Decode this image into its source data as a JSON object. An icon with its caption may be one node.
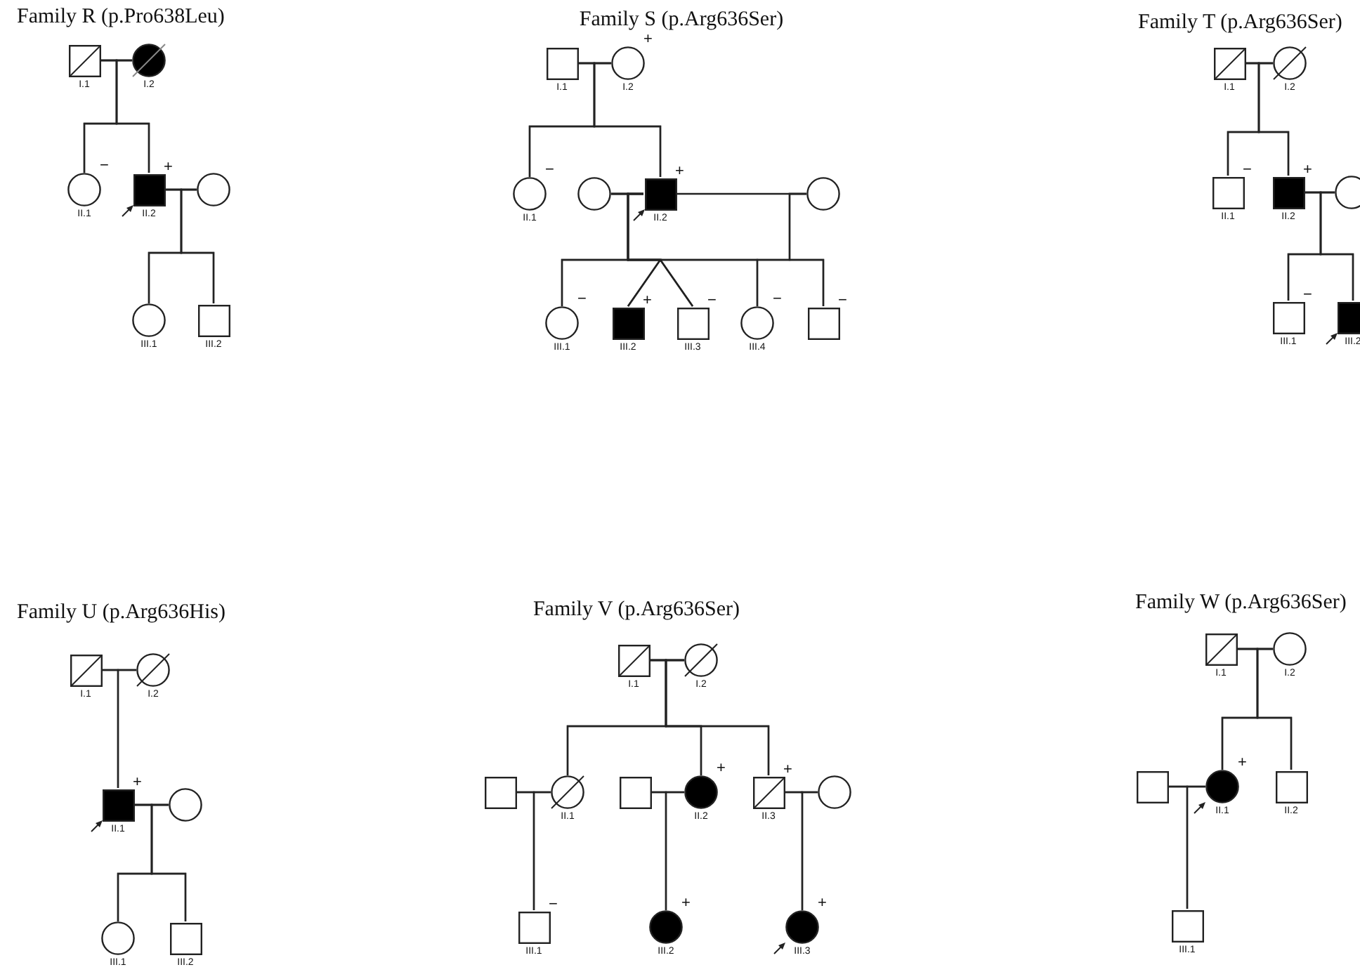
{
  "diagram": {
    "nodes": [
      {
        "text": [],
        "shape": "box",
        "beside": [
          "I.1"
        ]
      },
      {
        "text": [],
        "shape": "circle",
        "beside": [
          "I.2"
        ]
      },
      {
        "text": [],
        "shape": "circle",
        "beside": [
          "II.1",
          "−"
        ]
      },
      {
        "text": [],
        "shape": "box",
        "beside": [
          "II.2",
          "+"
        ]
      },
      {
        "text": [],
        "shape": "circle"
      },
      {
        "text": [],
        "shape": "circle",
        "beside": [
          "III.1"
        ]
      },
      {
        "text": [],
        "shape": "box",
        "beside": [
          "III.2"
        ]
      },
      {
        "text": [],
        "shape": "box",
        "beside": [
          "I.1"
        ]
      },
      {
        "text": [],
        "shape": "circle",
        "beside": [
          "I.2",
          "+"
        ]
      },
      {
        "text": [],
        "shape": "circle",
        "beside": [
          "II.1",
          "−"
        ]
      },
      {
        "text": [],
        "shape": "circle"
      },
      {
        "text": [],
        "shape": "box",
        "beside": [
          "II.2",
          "+"
        ]
      },
      {
        "text": [],
        "shape": "circle"
      },
      {
        "text": [],
        "shape": "circle",
        "beside": [
          "III.1",
          "−"
        ]
      },
      {
        "text": [],
        "shape": "box",
        "beside": [
          "III.2",
          "+"
        ]
      },
      {
        "text": [],
        "shape": "box",
        "beside": [
          "III.3",
          "−"
        ]
      },
      {
        "text": [],
        "shape": "circle",
        "beside": [
          "III.4",
          "−"
        ]
      },
      {
        "text": [],
        "shape": "box",
        "beside": [
          "−"
        ]
      },
      {
        "text": [],
        "shape": "box",
        "beside": [
          "I.1"
        ]
      },
      {
        "text": [],
        "shape": "circle",
        "beside": [
          "I.2"
        ]
      },
      {
        "text": [],
        "shape": "box",
        "beside": [
          "II.1",
          "−"
        ]
      },
      {
        "text": [],
        "shape": "box",
        "beside": [
          "II.2",
          "+"
        ]
      },
      {
        "text": [],
        "shape": "circle"
      },
      {
        "text": [],
        "shape": "box",
        "beside": [
          "III.1",
          "−"
        ]
      },
      {
        "text": [],
        "shape": "box",
        "beside": [
          "III.2"
        ]
      },
      {
        "text": [],
        "shape": "box",
        "beside": [
          "I.1"
        ]
      },
      {
        "text": [],
        "shape": "circle",
        "beside": [
          "I.2"
        ]
      },
      {
        "text": [],
        "shape": "box",
        "beside": [
          "II.1",
          "+"
        ]
      },
      {
        "text": [],
        "shape": "circle"
      },
      {
        "text": [],
        "shape": "circle",
        "beside": [
          "III.1"
        ]
      },
      {
        "text": [],
        "shape": "box",
        "beside": [
          "III.2"
        ]
      },
      {
        "text": [],
        "shape": "box",
        "beside": [
          "I.1"
        ]
      },
      {
        "text": [],
        "shape": "circle",
        "beside": [
          "I.2"
        ]
      },
      {
        "text": [],
        "shape": "box"
      },
      {
        "text": [],
        "shape": "circle",
        "beside": [
          "II.1"
        ]
      },
      {
        "text": [],
        "shape": "box"
      },
      {
        "text": [],
        "shape": "circle",
        "beside": [
          "II.2",
          "+"
        ]
      },
      {
        "text": [],
        "shape": "box",
        "beside": [
          "II.3",
          "+"
        ]
      },
      {
        "text": [],
        "shape": "circle"
      },
      {
        "text": [],
        "shape": "box",
        "beside": [
          "III.1",
          "−"
        ]
      },
      {
        "text": [],
        "shape": "circle",
        "beside": [
          "III.2",
          "+"
        ]
      },
      {
        "text": [],
        "shape": "circle",
        "beside": [
          "III.3",
          "+"
        ]
      },
      {
        "text": [],
        "shape": "box",
        "beside": [
          "I.1"
        ]
      },
      {
        "text": [],
        "shape": "circle",
        "beside": [
          "I.2"
        ]
      },
      {
        "text": [],
        "shape": "box"
      },
      {
        "text": [],
        "shape": "circle",
        "beside": [
          "II.1",
          "+"
        ]
      },
      {
        "text": [],
        "shape": "box",
        "beside": [
          "II.2"
        ]
      },
      {
        "text": [],
        "shape": "box",
        "beside": [
          "III.1"
        ]
      }
    ],
    "edges": [
      {
        "from": 0,
        "to": 1,
        "arrow": "none"
      },
      {
        "from": 0,
        "to": 2,
        "arrow": "none"
      },
      {
        "from": 0,
        "to": 3,
        "arrow": "none"
      },
      {
        "from": 1,
        "to": 2,
        "arrow": "none"
      },
      {
        "from": 1,
        "to": 3,
        "arrow": "none"
      },
      {
        "from": 3,
        "to": 4,
        "arrow": "none"
      },
      {
        "from": 3,
        "to": 5,
        "arrow": "none"
      },
      {
        "from": 3,
        "to": 6,
        "arrow": "none"
      },
      {
        "from": 4,
        "to": 5,
        "arrow": "none"
      },
      {
        "from": 4,
        "to": 6,
        "arrow": "none"
      },
      {
        "from": 7,
        "to": 8,
        "arrow": "none"
      },
      {
        "from": 7,
        "to": 9,
        "arrow": "none"
      },
      {
        "from": 7,
        "to": 11,
        "arrow": "none"
      },
      {
        "from": 8,
        "to": 9,
        "arrow": "none"
      },
      {
        "from": 8,
        "to": 11,
        "arrow": "none"
      },
      {
        "from": 10,
        "to": 11,
        "arrow": "none"
      },
      {
        "from": 11,
        "to": 12,
        "arrow": "none"
      },
      {
        "from": 10,
        "to": 13,
        "arrow": "none"
      },
      {
        "from": 10,
        "to": 14,
        "arrow": "none"
      },
      {
        "from": 10,
        "to": 15,
        "arrow": "none"
      },
      {
        "from": 11,
        "to": 13,
        "arrow": "none"
      },
      {
        "from": 11,
        "to": 14,
        "arrow": "none"
      },
      {
        "from": 11,
        "to": 15,
        "arrow": "none"
      },
      {
        "from": 11,
        "to": 16,
        "arrow": "none"
      },
      {
        "from": 11,
        "to": 17,
        "arrow": "none"
      },
      {
        "from": 12,
        "to": 16,
        "arrow": "none"
      },
      {
        "from": 12,
        "to": 17,
        "arrow": "none"
      },
      {
        "from": 18,
        "to": 19,
        "arrow": "none"
      },
      {
        "from": 18,
        "to": 20,
        "arrow": "none"
      },
      {
        "from": 18,
        "to": 21,
        "arrow": "none"
      },
      {
        "from": 19,
        "to": 20,
        "arrow": "none"
      },
      {
        "from": 19,
        "to": 21,
        "arrow": "none"
      },
      {
        "from": 21,
        "to": 22,
        "arrow": "none"
      },
      {
        "from": 21,
        "to": 23,
        "arrow": "none"
      },
      {
        "from": 21,
        "to": 24,
        "arrow": "none"
      },
      {
        "from": 22,
        "to": 23,
        "arrow": "none"
      },
      {
        "from": 22,
        "to": 24,
        "arrow": "none"
      },
      {
        "from": 25,
        "to": 26,
        "arrow": "none"
      },
      {
        "from": 25,
        "to": 27,
        "arrow": "none"
      },
      {
        "from": 26,
        "to": 27,
        "arrow": "none"
      },
      {
        "from": 27,
        "to": 28,
        "arrow": "none"
      },
      {
        "from": 27,
        "to": 29,
        "arrow": "none"
      },
      {
        "from": 27,
        "to": 30,
        "arrow": "none"
      },
      {
        "from": 28,
        "to": 29,
        "arrow": "none"
      },
      {
        "from": 28,
        "to": 30,
        "arrow": "none"
      },
      {
        "from": 31,
        "to": 32,
        "arrow": "none"
      },
      {
        "from": 31,
        "to": 34,
        "arrow": "none"
      },
      {
        "from": 31,
        "to": 36,
        "arrow": "none"
      },
      {
        "from": 31,
        "to": 37,
        "arrow": "none"
      },
      {
        "from": 32,
        "to": 34,
        "arrow": "none"
      },
      {
        "from": 32,
        "to": 36,
        "arrow": "none"
      },
      {
        "from": 32,
        "to": 37,
        "arrow": "none"
      },
      {
        "from": 33,
        "to": 34,
        "arrow": "none"
      },
      {
        "from": 33,
        "to": 39,
        "arrow": "none"
      },
      {
        "from": 34,
        "to": 39,
        "arrow": "none"
      },
      {
        "from": 35,
        "to": 36,
        "arrow": "none"
      },
      {
        "from": 35,
        "to": 40,
        "arrow": "none"
      },
      {
        "from": 36,
        "to": 40,
        "arrow": "none"
      },
      {
        "from": 37,
        "to": 38,
        "arrow": "none"
      },
      {
        "from": 37,
        "to": 41,
        "arrow": "none"
      },
      {
        "from": 38,
        "to": 41,
        "arrow": "none"
      },
      {
        "from": 42,
        "to": 43,
        "arrow": "none"
      },
      {
        "from": 42,
        "to": 45,
        "arrow": "none"
      },
      {
        "from": 42,
        "to": 46,
        "arrow": "none"
      },
      {
        "from": 43,
        "to": 45,
        "arrow": "none"
      },
      {
        "from": 43,
        "to": 46,
        "arrow": "none"
      },
      {
        "from": 44,
        "to": 45,
        "arrow": "none"
      },
      {
        "from": 44,
        "to": 47,
        "arrow": "none"
      },
      {
        "from": 45,
        "to": 47,
        "arrow": "none"
      }
    ],
    "labels": [
      "Family R (p.Pro638Leu)",
      "Family S (p.Arg636Ser)",
      "Family T (p.Arg636Ser)",
      "Family U (p.Arg636His)",
      "Family V (p.Arg636Ser)",
      "Family W (p.Arg636Ser)"
    ]
  }
}
